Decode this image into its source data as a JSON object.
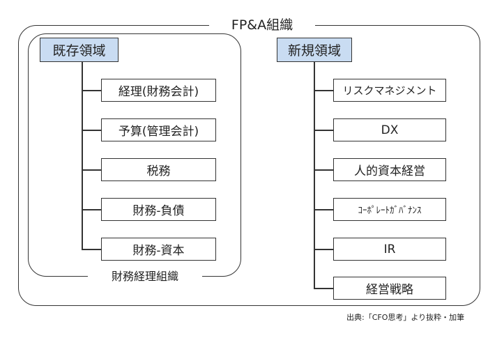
{
  "title": "FP&A組織",
  "existing": {
    "heading": "既存領域",
    "items": [
      "経理(財務会計)",
      "予算(管理会計)",
      "税務",
      "財務-負債",
      "財務-資本"
    ],
    "footer_label": "財務経理組織"
  },
  "new": {
    "heading": "新規領域",
    "items": [
      "リスクマネジメント",
      "DX",
      "人的資本経営",
      "ｺｰﾎﾟﾚｰﾄｶﾞﾊﾞﾅﾝｽ",
      "IR",
      "経営戦略"
    ]
  },
  "source": "出典:「CFO思考」より抜粋・加筆",
  "colors": {
    "heading_bg": "#c9dcf2",
    "border": "#333333"
  }
}
